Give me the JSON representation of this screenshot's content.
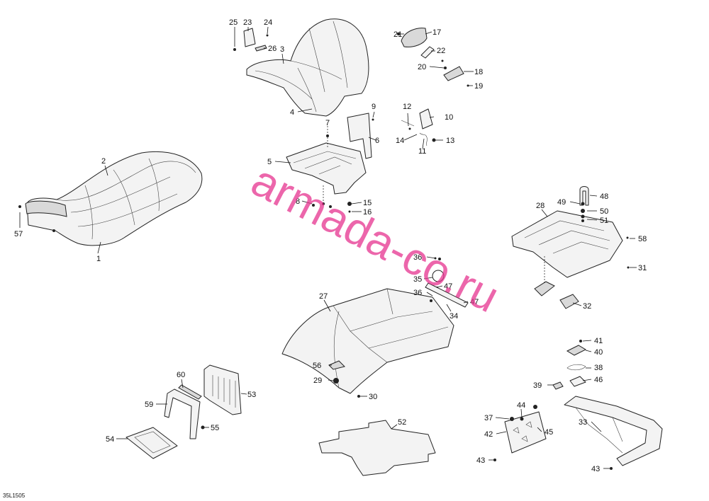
{
  "figure_code": "35L1505",
  "watermark_text": "armada-co.ru",
  "callouts": [
    {
      "id": "c1",
      "label": "1"
    },
    {
      "id": "c2",
      "label": "2"
    },
    {
      "id": "c3",
      "label": "3"
    },
    {
      "id": "c4",
      "label": "4"
    },
    {
      "id": "c5",
      "label": "5"
    },
    {
      "id": "c6",
      "label": "6"
    },
    {
      "id": "c7",
      "label": "7"
    },
    {
      "id": "c8",
      "label": "8"
    },
    {
      "id": "c9",
      "label": "9"
    },
    {
      "id": "c10",
      "label": "10"
    },
    {
      "id": "c11",
      "label": "11"
    },
    {
      "id": "c12",
      "label": "12"
    },
    {
      "id": "c13",
      "label": "13"
    },
    {
      "id": "c14",
      "label": "14"
    },
    {
      "id": "c15",
      "label": "15"
    },
    {
      "id": "c16",
      "label": "16"
    },
    {
      "id": "c17",
      "label": "17"
    },
    {
      "id": "c18",
      "label": "18"
    },
    {
      "id": "c19",
      "label": "19"
    },
    {
      "id": "c20",
      "label": "20"
    },
    {
      "id": "c21",
      "label": "21"
    },
    {
      "id": "c22",
      "label": "22"
    },
    {
      "id": "c23",
      "label": "23"
    },
    {
      "id": "c24",
      "label": "24"
    },
    {
      "id": "c25",
      "label": "25"
    },
    {
      "id": "c26",
      "label": "26"
    },
    {
      "id": "c27",
      "label": "27"
    },
    {
      "id": "c28",
      "label": "28"
    },
    {
      "id": "c29",
      "label": "29"
    },
    {
      "id": "c30",
      "label": "30"
    },
    {
      "id": "c31",
      "label": "31"
    },
    {
      "id": "c32",
      "label": "32"
    },
    {
      "id": "c33",
      "label": "33"
    },
    {
      "id": "c34",
      "label": "34"
    },
    {
      "id": "c35",
      "label": "35"
    },
    {
      "id": "c36a",
      "label": "36"
    },
    {
      "id": "c36b",
      "label": "36"
    },
    {
      "id": "c37",
      "label": "37"
    },
    {
      "id": "c38",
      "label": "38"
    },
    {
      "id": "c39",
      "label": "39"
    },
    {
      "id": "c40",
      "label": "40"
    },
    {
      "id": "c41",
      "label": "41"
    },
    {
      "id": "c42",
      "label": "42"
    },
    {
      "id": "c43a",
      "label": "43"
    },
    {
      "id": "c43b",
      "label": "43"
    },
    {
      "id": "c44",
      "label": "44"
    },
    {
      "id": "c45",
      "label": "45"
    },
    {
      "id": "c46",
      "label": "46"
    },
    {
      "id": "c47a",
      "label": "47"
    },
    {
      "id": "c47b",
      "label": "47"
    },
    {
      "id": "c48",
      "label": "48"
    },
    {
      "id": "c49",
      "label": "49"
    },
    {
      "id": "c50",
      "label": "50"
    },
    {
      "id": "c51",
      "label": "51"
    },
    {
      "id": "c52",
      "label": "52"
    },
    {
      "id": "c53",
      "label": "53"
    },
    {
      "id": "c54",
      "label": "54"
    },
    {
      "id": "c55",
      "label": "55"
    },
    {
      "id": "c56",
      "label": "56"
    },
    {
      "id": "c57",
      "label": "57"
    },
    {
      "id": "c58",
      "label": "58"
    },
    {
      "id": "c59",
      "label": "59"
    },
    {
      "id": "c60",
      "label": "60"
    }
  ]
}
